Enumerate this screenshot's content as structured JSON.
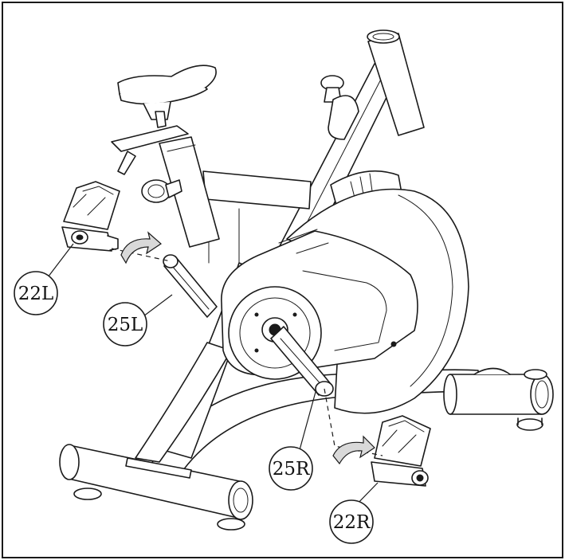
{
  "diagram": {
    "subject": "exercise-bike-pedal-crank-assembly",
    "callouts": {
      "pedal_left": "22L",
      "crank_left": "25L",
      "crank_right": "25R",
      "pedal_right": "22R"
    }
  }
}
